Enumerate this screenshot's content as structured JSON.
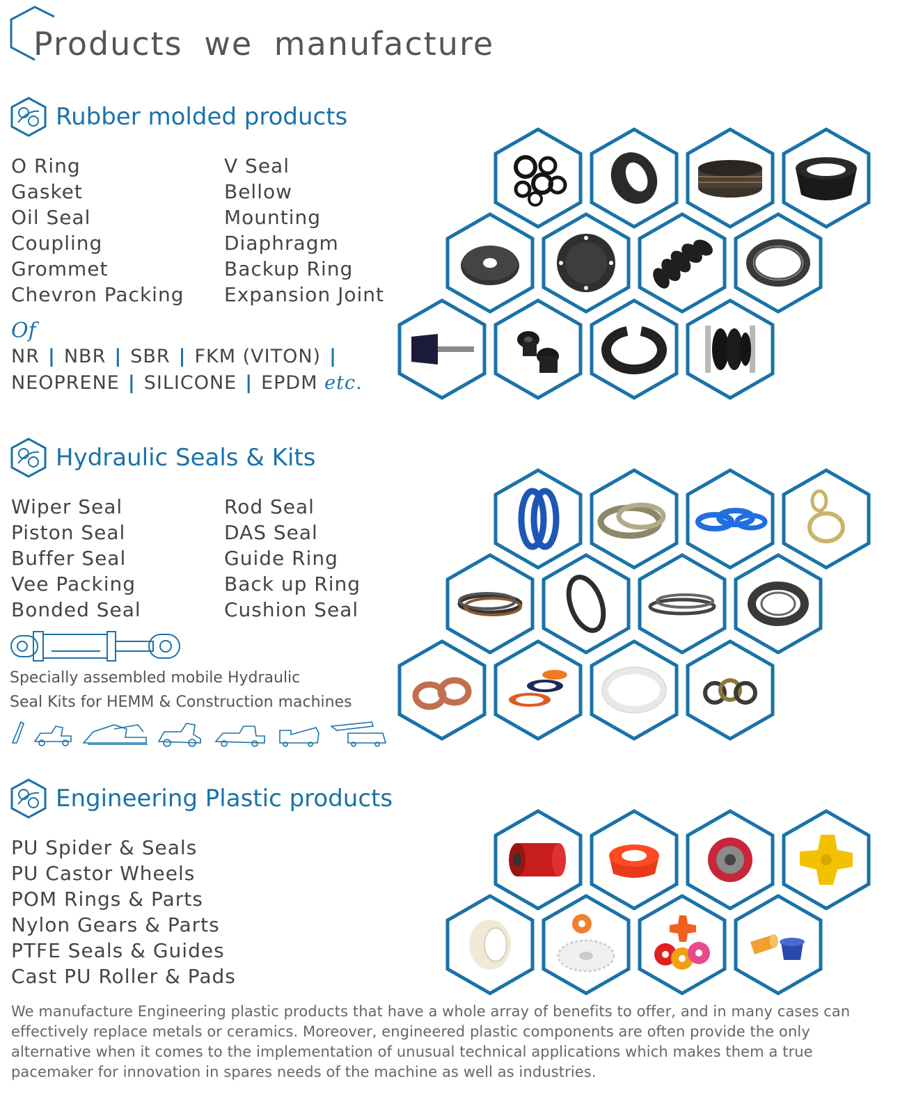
{
  "page": {
    "title": "Products we manufacture"
  },
  "colors": {
    "accent": "#1a72a8",
    "hex_border": "#1a72a8",
    "text": "#444444"
  },
  "sections": {
    "rubber": {
      "title": "Rubber molded products",
      "col1": [
        "O Ring",
        "Gasket",
        "Oil Seal",
        "Coupling",
        "Grommet",
        "Chevron Packing"
      ],
      "col2": [
        "V Seal",
        "Bellow",
        "Mounting",
        "Diaphragm",
        "Backup Ring",
        "Expansion Joint"
      ],
      "of_label": "Of",
      "materials_line1": [
        "NR",
        "NBR",
        "SBR",
        "FKM (VITON)"
      ],
      "materials_line2": [
        "NEOPRENE",
        "SILICONE",
        "EPDM"
      ],
      "etc_label": "etc."
    },
    "hydraulic": {
      "title": "Hydraulic Seals & Kits",
      "col1": [
        "Wiper Seal",
        "Piston Seal",
        "Buffer Seal",
        "Vee Packing",
        "Bonded Seal"
      ],
      "col2": [
        "Rod Seal",
        "DAS Seal",
        "Guide Ring",
        "Back up Ring",
        "Cushion Seal"
      ],
      "note_line1": "Specially assembled mobile Hydraulic",
      "note_line2": "Seal Kits for HEMM & Construction machines"
    },
    "plastic": {
      "title": "Engineering Plastic products",
      "list": [
        "PU Spider & Seals",
        "PU Castor Wheels",
        "POM Rings & Parts",
        "Nylon Gears & Parts",
        "PTFE Seals & Guides",
        "Cast PU Roller & Pads"
      ],
      "description": "We manufacture Engineering plastic products that have a whole array of benefits to offer, and in many cases can effectively replace metals or ceramics. Moreover, engineered plastic components are often provide the only alternative when it comes to the implementation of unusual technical applications which makes them a true pacemaker for innovation in spares needs of the machine as well as industries."
    }
  }
}
